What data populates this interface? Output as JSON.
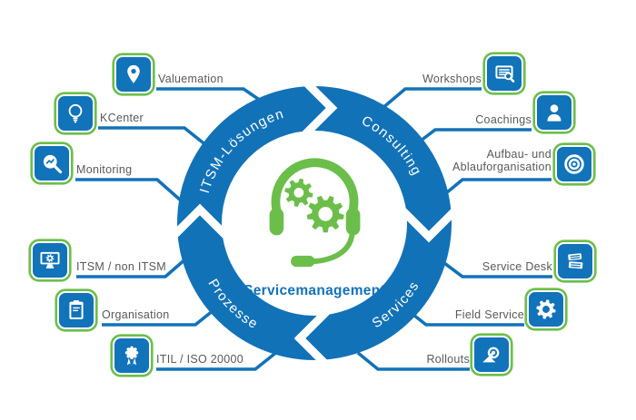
{
  "title": "Servicemanagement",
  "colors": {
    "blue": "#1272b8",
    "green": "#6cbe4a",
    "label_gray": "#58595b",
    "ring_text": "#ffffff"
  },
  "ring": {
    "segments": [
      {
        "label": "ITSM-Lösungen"
      },
      {
        "label": "Consulting"
      },
      {
        "label": "Services"
      },
      {
        "label": "Prozesse"
      }
    ]
  },
  "items": [
    {
      "label": "Valuemation",
      "icon": "map-pin-icon"
    },
    {
      "label": "KCenter",
      "icon": "lightbulb-icon"
    },
    {
      "label": "Monitoring",
      "icon": "chart-magnifier-icon"
    },
    {
      "label": "ITSM / non ITSM",
      "icon": "monitor-gear-icon"
    },
    {
      "label": "Organisation",
      "icon": "clipboard-icon"
    },
    {
      "label": "ITIL / ISO 20000",
      "icon": "award-ribbon-icon"
    },
    {
      "label": "Workshops",
      "icon": "presentation-board-icon"
    },
    {
      "label": "Coachings",
      "icon": "person-icon"
    },
    {
      "label": "Aufbau- und\nAblauforganisation",
      "icon": "target-icon"
    },
    {
      "label": "Service Desk",
      "icon": "tickets-stack-icon"
    },
    {
      "label": "Field Service",
      "icon": "gear-icon"
    },
    {
      "label": "Rollouts",
      "icon": "roll-icon"
    }
  ]
}
